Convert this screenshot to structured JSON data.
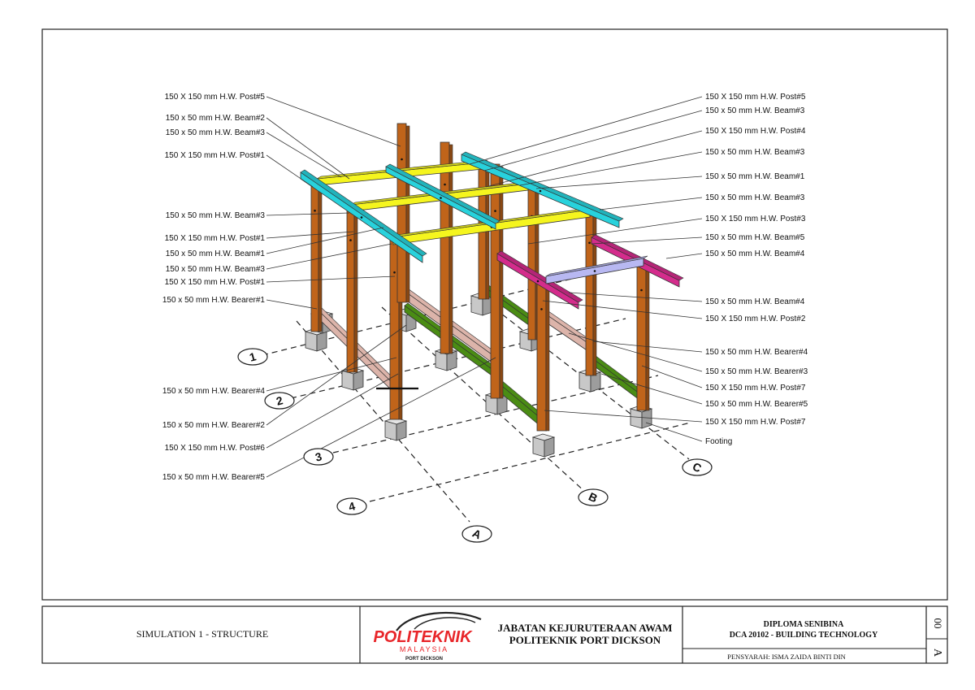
{
  "labels_left": [
    "150 X 150 mm H.W. Post#5",
    "150 x 50 mm H.W. Beam#2",
    "150 x 50 mm H.W. Beam#3",
    "150 X 150 mm H.W. Post#1",
    "150 x 50 mm H.W. Beam#3",
    "150 X 150 mm H.W. Post#1",
    "150 x 50 mm H.W. Beam#1",
    "150 x 50 mm H.W. Beam#3",
    "150 X 150 mm H.W. Post#1",
    "150 x 50 mm H.W. Bearer#1",
    "150 x 50 mm H.W. Bearer#4",
    "150 x 50 mm H.W. Bearer#2",
    "150 X 150 mm H.W. Post#6",
    "150 x 50 mm H.W. Bearer#5"
  ],
  "labels_right": [
    "150 X 150 mm H.W. Post#5",
    "150 x 50 mm H.W. Beam#3",
    "150 X 150 mm H.W. Post#4",
    "150 x 50 mm H.W. Beam#3",
    "150 x 50 mm H.W. Beam#1",
    "150 x 50 mm H.W. Beam#3",
    "150 X 150 mm H.W. Post#3",
    "150 x 50 mm H.W. Beam#5",
    "150 x 50 mm H.W. Beam#4",
    "150 x 50 mm H.W. Beam#4",
    "150 X 150 mm H.W. Post#2",
    "150 x 50 mm H.W. Bearer#4",
    "150 x 50 mm H.W. Bearer#3",
    "150 X 150 mm H.W. Post#7",
    "150 x 50 mm H.W. Bearer#5",
    "150 X 150 mm H.W. Post#7",
    "Footing"
  ],
  "grid": {
    "numbers": [
      "1",
      "2",
      "3",
      "4"
    ],
    "letters": [
      "A",
      "B",
      "C"
    ]
  },
  "title_block": {
    "simulation": "SIMULATION 1 - STRUCTURE",
    "logo": {
      "main": "POLITEKNIK",
      "sub": "MALAYSIA",
      "campus": "PORT DICKSON"
    },
    "department_line1": "JABATAN KEJURUTERAAN AWAM",
    "department_line2": "POLITEKNIK PORT DICKSON",
    "course_line1": "DIPLOMA SENIBINA",
    "course_line2": "DCA 20102 - BUILDING TECHNOLOGY",
    "lecturer": "PENSYARAH: ISMA ZAIDA BINTI DIN",
    "sheet_number": "00",
    "revision": "A"
  },
  "colors": {
    "post": "#c0641a",
    "beam_yellow": "#f5f51e",
    "beam_cyan": "#28d2dc",
    "beam_magenta": "#d42c8c",
    "beam_lavender": "#b8b8f2",
    "bearer_green": "#4a8c14",
    "bearer_pink": "#dcb4aa",
    "footing": "#c8c8c8",
    "logo_red": "#e8262a"
  }
}
